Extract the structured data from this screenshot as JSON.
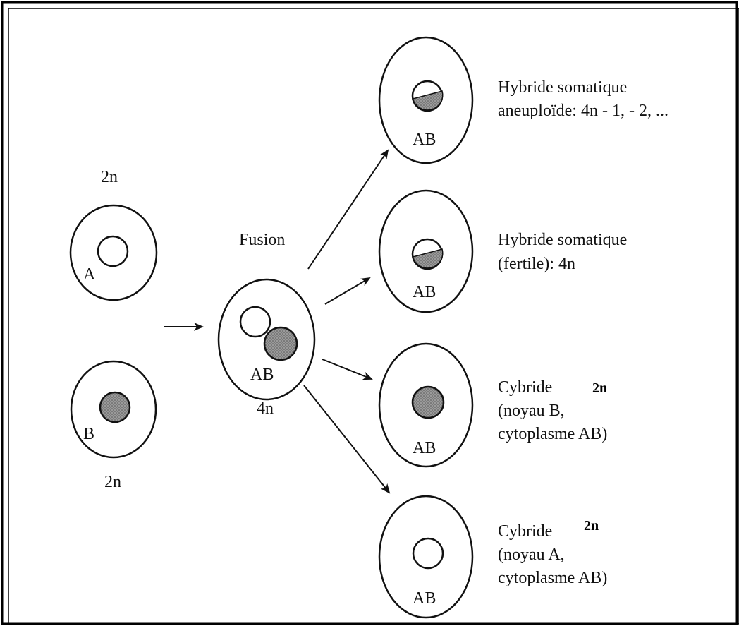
{
  "diagram": {
    "parents": {
      "a": {
        "ploidy": "2n",
        "label": "A"
      },
      "b": {
        "ploidy": "2n",
        "label": "B"
      }
    },
    "fusion": {
      "title": "Fusion",
      "label": "AB",
      "ploidy": "4n"
    },
    "outcomes": [
      {
        "cell_label": "AB",
        "line1": "Hybride somatique",
        "line2": "aneuploïde: 4n - 1, - 2, ...",
        "line3": "",
        "ploidy": ""
      },
      {
        "cell_label": "AB",
        "line1": "Hybride somatique",
        "line2": "(fertile): 4n",
        "line3": "",
        "ploidy": ""
      },
      {
        "cell_label": "AB",
        "line1": "Cybride",
        "line2": "(noyau B,",
        "line3": "cytoplasme AB)",
        "ploidy": "2n"
      },
      {
        "cell_label": "AB",
        "line1": "Cybride",
        "line2": "(noyau A,",
        "line3": "cytoplasme AB)",
        "ploidy": "2n"
      }
    ]
  },
  "colors": {
    "stroke": "#111111",
    "nucleus_fill": "#8a8a8a",
    "background": "#ffffff",
    "frame": "#000000"
  }
}
